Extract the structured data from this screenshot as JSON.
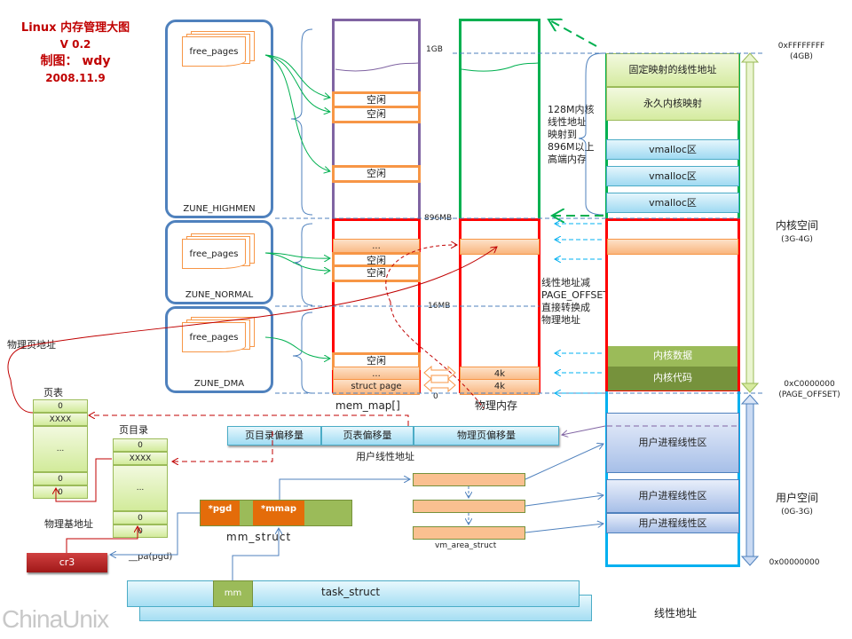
{
  "title": {
    "line1": "Linux 内存管理大图",
    "version": "V 0.2",
    "author": "制图： wdy",
    "date": "2008.11.9"
  },
  "zones": [
    {
      "name": "ZUNE_HIGHMEN",
      "free_pages": "free_pages"
    },
    {
      "name": "ZUNE_NORMAL",
      "free_pages": "free_pages"
    },
    {
      "name": "ZUNE_DMA",
      "free_pages": "free_pages"
    }
  ],
  "mem_map": {
    "label": "mem_map[]",
    "free_label": "空闲",
    "ellipsis": "...",
    "struct_page": "struct  page",
    "marks": {
      "gb1": "1GB",
      "mb896": "896MB",
      "mb16": "16MB",
      "zero": "0"
    }
  },
  "physical_memory": {
    "label": "物理内存",
    "page_4k": "4k",
    "note_highmem": [
      "128M内核",
      "线性地址",
      "映射到",
      "896M以上",
      "高端内存"
    ],
    "note_direct": [
      "线性地址减",
      "PAGE_OFFSET",
      "直接转换成",
      "物理地址"
    ]
  },
  "linear_space": {
    "fixed_map": "固定映射的线性地址",
    "permanent_map": "永久内核映射",
    "vmalloc": [
      "vmalloc区",
      "vmalloc区",
      "vmalloc区"
    ],
    "kernel_data": "内核数据",
    "kernel_code": "内核代码",
    "user_regions": [
      "用户进程线性区",
      "用户进程线性区",
      "用户进程线性区"
    ],
    "label": "线性地址"
  },
  "address_marks": {
    "top": "0xFFFFFFFF",
    "top_sub": "(4GB)",
    "page_offset": "0xC0000000",
    "page_offset_sub": "(PAGE_OFFSET)",
    "bottom": "0x00000000"
  },
  "spaces": {
    "kernel": "内核空间",
    "kernel_range": "(3G-4G)",
    "user": "用户空间",
    "user_range": "(0G-3G)"
  },
  "paging": {
    "physical_page_address": "物理页地址",
    "page_table_title": "页表",
    "page_dir_title": "页目录",
    "physical_base": "物理基地址",
    "cells": [
      "0",
      "XXXX",
      "...",
      "0",
      "0"
    ],
    "user_linear_address": "用户线性地址",
    "address_fields": [
      "页目录偏移量",
      "页表偏移量",
      "物理页偏移量"
    ],
    "cr3": "cr3",
    "pa_pgd": "__pa(pgd)"
  },
  "structs": {
    "mm_struct": "mm_struct",
    "pgd_field": "*pgd",
    "mmap_field": "*mmap",
    "vm_area_struct": "vm_area_struct",
    "task_struct": "task_struct",
    "mm_field": "mm"
  },
  "watermark": "ChinaUnix",
  "colors": {
    "title": "#c00000",
    "zone_border": "#4f81bd",
    "free_slot": "#f79646",
    "highmem_col": "#8064a2",
    "phys_high_col": "#00b050",
    "lowmem_col": "#ff0000",
    "user_col": "#00b0f0"
  }
}
